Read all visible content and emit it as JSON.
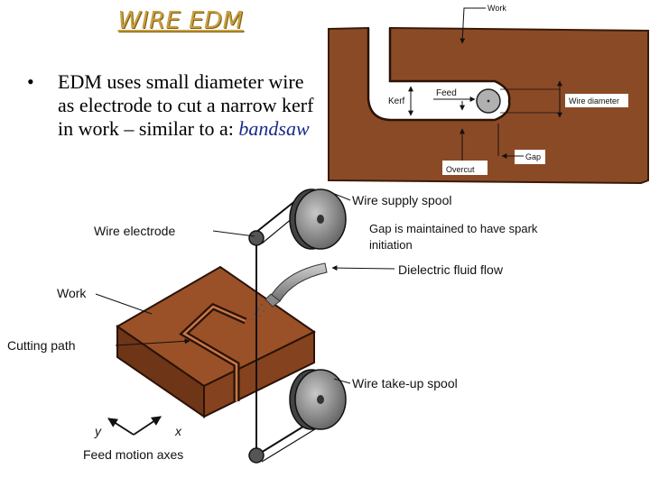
{
  "title": "WIRE EDM",
  "bullet": {
    "marker": "•",
    "text": "EDM uses small diameter wire as electrode to cut a narrow kerf in work – similar to a: ",
    "emphasis": "bandsaw"
  },
  "kerf_diagram": {
    "work": "Work",
    "feed": "Feed",
    "kerf": "Kerf",
    "wire_diameter": "Wire diameter",
    "overcut": "Overcut",
    "gap": "Gap"
  },
  "machine_diagram": {
    "wire_supply_spool": "Wire supply spool",
    "gap_note": "Gap is maintained to have spark initiation",
    "wire_electrode": "Wire electrode",
    "dielectric_fluid_flow": "Dielectric fluid flow",
    "work": "Work",
    "cutting_path": "Cutting path",
    "wire_takeup_spool": "Wire take-up spool",
    "axis_y": "y",
    "axis_x": "x",
    "feed_motion_axes": "Feed motion axes"
  },
  "colors": {
    "work_brown": "#8b4a26",
    "work_dark": "#5a2c12",
    "title_gold": "#c8a040",
    "emphasis_blue": "#1a2a8a"
  }
}
